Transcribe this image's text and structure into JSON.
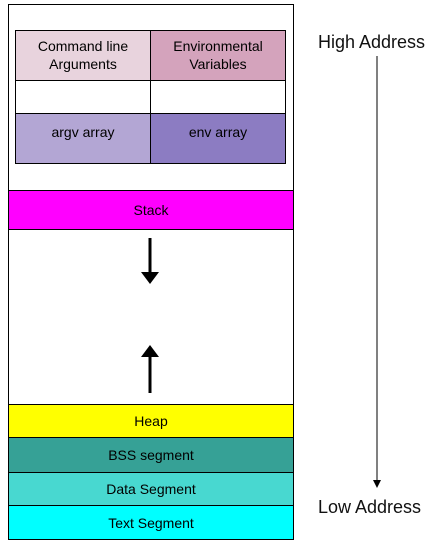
{
  "colors": {
    "args_header": "#e8d3dd",
    "env_header": "#d4a3bc",
    "argv_array": "#b3a6d4",
    "env_array": "#8c7cc2",
    "stack": "#ff00ff",
    "heap": "#ffff00",
    "bss": "#36a196",
    "data": "#48d8d0",
    "text": "#00ffff"
  },
  "table": {
    "args_header": "Command line Arguments",
    "env_header": "Environmental Variables",
    "argv_array": "argv array",
    "env_array": "env array"
  },
  "segments": {
    "stack": "Stack",
    "heap": "Heap",
    "bss": "BSS segment",
    "data": "Data Segment",
    "text": "Text Segment"
  },
  "addresses": {
    "high": "High Address",
    "low": "Low Address"
  }
}
